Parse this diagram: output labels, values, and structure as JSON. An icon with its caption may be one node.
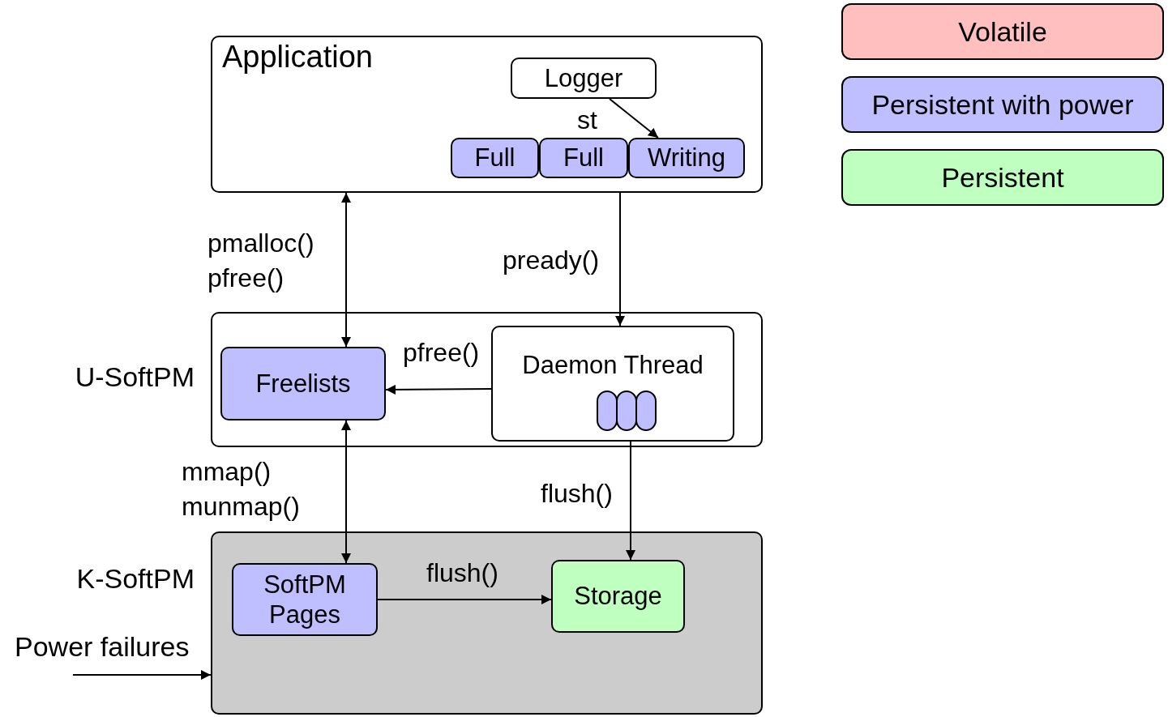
{
  "diagram": {
    "nodes": [
      {
        "text": [
          "Application"
        ]
      },
      {
        "text": [
          "Logger"
        ],
        "in": 0
      },
      {
        "text": [
          "Full"
        ],
        "in": 0
      },
      {
        "text": [
          "Full"
        ],
        "in": 0
      },
      {
        "text": [
          "Writing"
        ],
        "in": 0
      },
      {
        "text": [
          "U-SoftPM"
        ]
      },
      {
        "text": [
          "Freelists"
        ],
        "in": 5
      },
      {
        "text": [
          "Daemon Thread"
        ],
        "in": 5
      },
      {
        "text": [],
        "shape": "box",
        "in": 7
      },
      {
        "text": [],
        "shape": "box",
        "in": 7
      },
      {
        "text": [],
        "shape": "box",
        "in": 7
      },
      {
        "text": [
          "K-SoftPM"
        ]
      },
      {
        "text": [
          "SoftPM Pages"
        ],
        "in": 11
      },
      {
        "text": [
          "Storage"
        ],
        "in": 11
      },
      {
        "text": [
          "Power failures"
        ]
      }
    ],
    "edges": [
      {
        "from": 1,
        "to": 4,
        "arrow": "to",
        "label": "st"
      },
      {
        "from": 0,
        "to": 6,
        "arrow": "both",
        "label": "pmalloc() pfree()"
      },
      {
        "from": 0,
        "to": 7,
        "arrow": "to",
        "label": "pready()"
      },
      {
        "from": 7,
        "to": 6,
        "arrow": "to",
        "label": "pfree()"
      },
      {
        "from": 6,
        "to": 12,
        "arrow": "both",
        "label": "mmap() munmap()"
      },
      {
        "from": 7,
        "to": 13,
        "arrow": "to",
        "label": "flush()"
      },
      {
        "from": 12,
        "to": 13,
        "arrow": "to",
        "label": "flush()"
      },
      {
        "from": 14,
        "to": 11,
        "arrow": "to"
      }
    ],
    "legend": [
      {
        "text": "Volatile",
        "color": "#ffbfbf"
      },
      {
        "text": "Persistent with power",
        "color": "#bfbfff"
      },
      {
        "text": "Persistent",
        "color": "#bfffbf"
      }
    ]
  }
}
